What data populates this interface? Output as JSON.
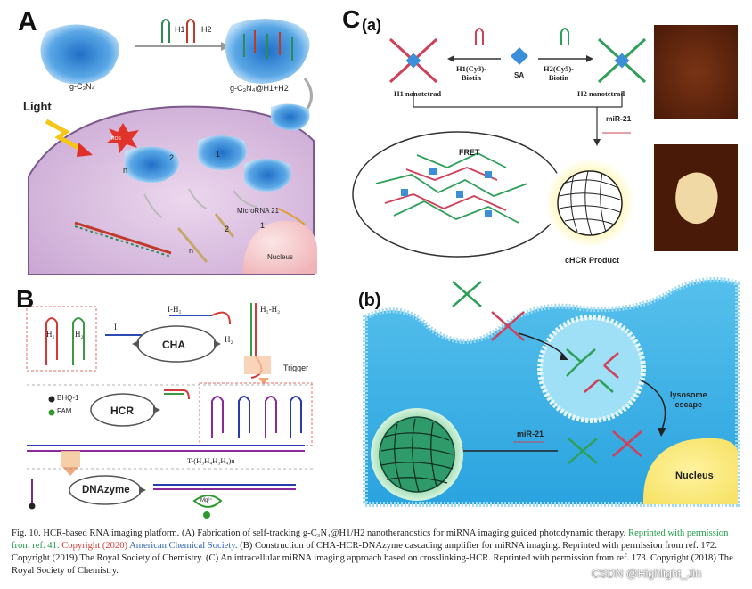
{
  "panelA": {
    "letter": "A",
    "material": "g-C₃N₄",
    "h1": "H1",
    "h2": "H2",
    "product": "g-C₃N₄@H1+H2",
    "light": "Light",
    "ros": "ROS",
    "n_label": "n",
    "step2": "2",
    "step1": "1",
    "mirna": "MicroRNA 21",
    "nucleus": "Nucleus"
  },
  "panelB": {
    "letter": "B",
    "h1": "H₁",
    "h2": "H₂",
    "cha": "CHA",
    "i_label": "I",
    "ih1": "I-H₁",
    "h2_arrow": "H₂",
    "h1h2": "H₁-H₂",
    "trigger": "Trigger",
    "hcr": "HCR",
    "bhq": "BHQ-1",
    "fam": "FAM",
    "polymer": "T-(H₃H₄H₃H₄)n",
    "dnazyme": "DNAzyme",
    "mg": "Mg²⁺"
  },
  "panelC": {
    "letter": "C",
    "sub_a": "(a)",
    "h1_biotin": "H1(Cy3)-\nBiotin",
    "sa": "SA",
    "h2_biotin": "H2(Cy5)-\nBiotin",
    "h1_tetrad": "H1 nanotetrad",
    "h2_tetrad": "H2 nanotetrad",
    "mir21": "miR-21",
    "fret": "FRET",
    "product": "cHCR Product",
    "sub_b": "(b)",
    "lysosome": "lysosome\nescape",
    "mir21_b": "miR-21",
    "nucleus": "Nucleus"
  },
  "caption": {
    "p1": "Fig. 10. HCR-based RNA imaging platform. (A) Fabrication of self-tracking g-C₃N₄@H1/H2 nanotheranostics for miRNA imaging guided photodynamic therapy.",
    "p2": "Reprinted with permission from ref. 41.",
    "p3": "Copyright (2020)",
    "p4": "American Chemical Society.",
    "p5": "(B) Construction of CHA-HCR-DNAzyme cascading amplifier for miRNA imaging. Reprinted with permission from ref. 172. Copyright (2019) The Royal Society of Chemistry. (C) An intracellular miRNA imaging approach based on crosslinking-HCR. Reprinted with permission from ref. 173. Copyright (2018) The Royal Society of Chemistry."
  },
  "watermark": "CSDN @Highlight_Jin"
}
